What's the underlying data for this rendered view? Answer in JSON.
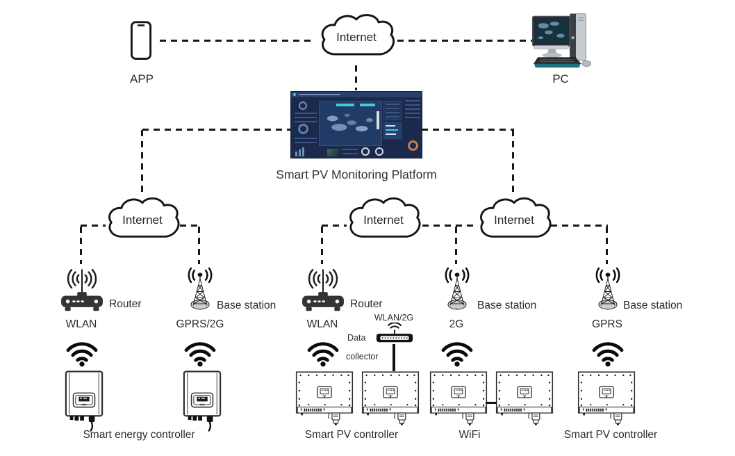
{
  "top_row": {
    "app_label": "APP",
    "pc_label": "PC"
  },
  "clouds": {
    "top": "Internet",
    "left": "Internet",
    "middle": "Internet",
    "right": "Internet"
  },
  "platform": {
    "label": "Smart PV Monitoring Platform"
  },
  "access_nodes": {
    "router_left": {
      "device": "Router",
      "network": "WLAN"
    },
    "base_station_left": {
      "device": "Base station",
      "network": "GPRS/2G"
    },
    "router_mid": {
      "device": "Router",
      "network": "WLAN"
    },
    "data_collector": {
      "network": "WLAN/2G",
      "label_line1": "Data",
      "label_line2": "collector"
    },
    "base_station_mid": {
      "device": "Base station",
      "network": "2G"
    },
    "base_station_right": {
      "device": "Base station",
      "network": "GPRS"
    }
  },
  "device_groups": {
    "smart_energy_controller": "Smart energy controller",
    "smart_pv_controller_left": "Smart PV controller",
    "wifi_link": "WiFi",
    "smart_pv_controller_right": "Smart PV controller"
  },
  "colors": {
    "line": "#171717",
    "platform_bg": "#1b2a4c",
    "accent_cyan": "#3ecddf",
    "accent_orange": "#c08045"
  }
}
